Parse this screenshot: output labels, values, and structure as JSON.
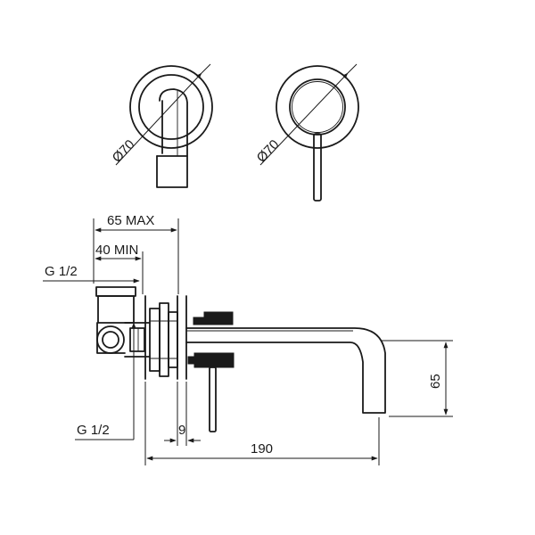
{
  "dimensions": {
    "diameter_left": "Ø70",
    "diameter_right": "Ø70",
    "max_depth": "65 MAX",
    "min_depth": "40 MIN",
    "thread_top": "G 1/2",
    "thread_bottom": "G 1/2",
    "plate_thickness": "9",
    "spout_length": "190",
    "spout_height": "65"
  },
  "colors": {
    "line": "#1a1a1a",
    "background": "#ffffff"
  }
}
